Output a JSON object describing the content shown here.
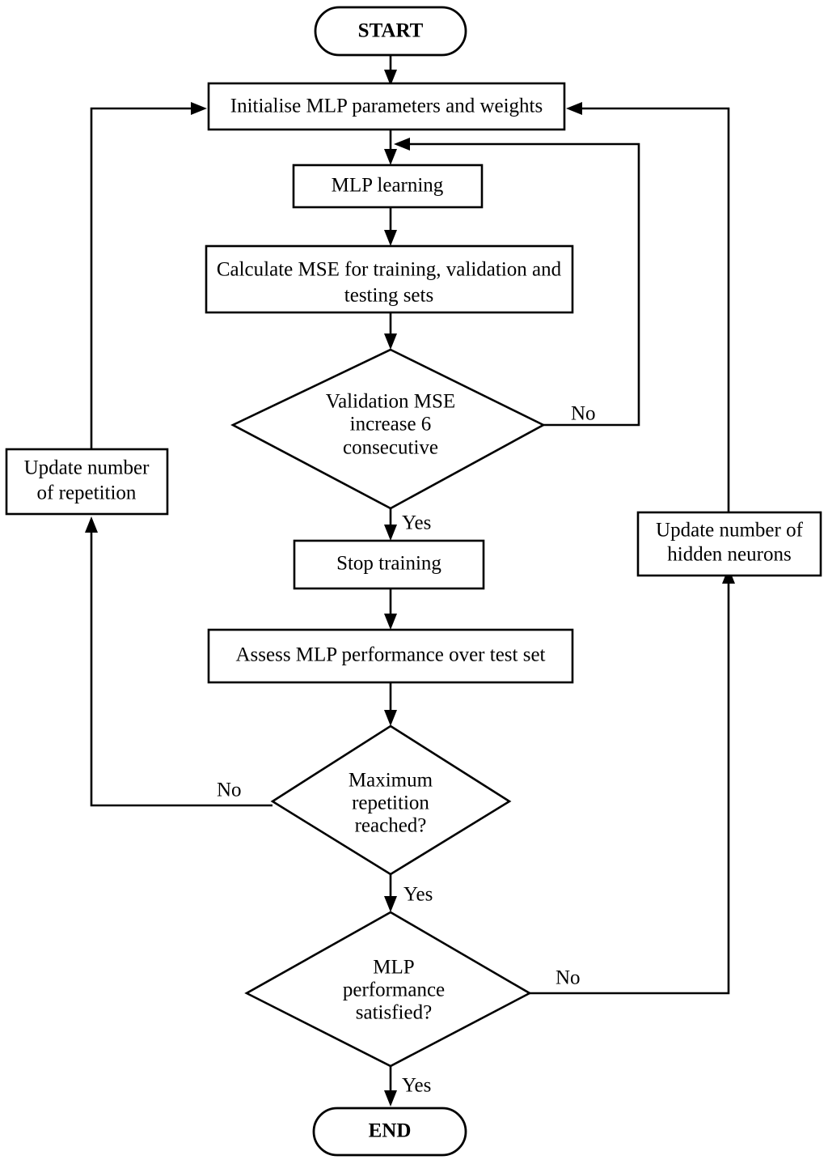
{
  "diagram": {
    "title": "MLP training and evaluation flowchart",
    "background_color": "#ffffff",
    "line_color": "#000000",
    "text_color": "#000000",
    "nodes": {
      "start": {
        "label": "START",
        "shape": "terminal"
      },
      "initialise": {
        "label": "Initialise MLP parameters and weights",
        "shape": "process"
      },
      "mlp_learning": {
        "label": "MLP learning",
        "shape": "process"
      },
      "calc_mse_line1": {
        "label": "Calculate MSE for training, validation and",
        "shape": "process"
      },
      "calc_mse_line2": {
        "label": "testing sets",
        "shape": "process"
      },
      "validation_line1": {
        "label": "Validation MSE",
        "shape": "decision"
      },
      "validation_line2": {
        "label": "increase 6",
        "shape": "decision"
      },
      "validation_line3": {
        "label": "consecutive",
        "shape": "decision"
      },
      "update_repetition_line1": {
        "label": "Update number",
        "shape": "process"
      },
      "update_repetition_line2": {
        "label": "of repetition",
        "shape": "process"
      },
      "update_hidden_line1": {
        "label": "Update number of",
        "shape": "process"
      },
      "update_hidden_line2": {
        "label": "hidden neurons",
        "shape": "process"
      },
      "stop_training": {
        "label": "Stop training",
        "shape": "process"
      },
      "assess": {
        "label": "Assess MLP performance over test set",
        "shape": "process"
      },
      "max_rep_line1": {
        "label": "Maximum",
        "shape": "decision"
      },
      "max_rep_line2": {
        "label": "repetition",
        "shape": "decision"
      },
      "max_rep_line3": {
        "label": "reached?",
        "shape": "decision"
      },
      "mlp_perf_line1": {
        "label": "MLP",
        "shape": "decision"
      },
      "mlp_perf_line2": {
        "label": "performance",
        "shape": "decision"
      },
      "mlp_perf_line3": {
        "label": "satisfied?",
        "shape": "decision"
      },
      "end": {
        "label": "END",
        "shape": "terminal"
      }
    },
    "edge_labels": {
      "validation_no": "No",
      "validation_yes": "Yes",
      "max_rep_no": "No",
      "max_rep_yes": "Yes",
      "mlp_perf_no": "No",
      "mlp_perf_yes": "Yes"
    }
  }
}
